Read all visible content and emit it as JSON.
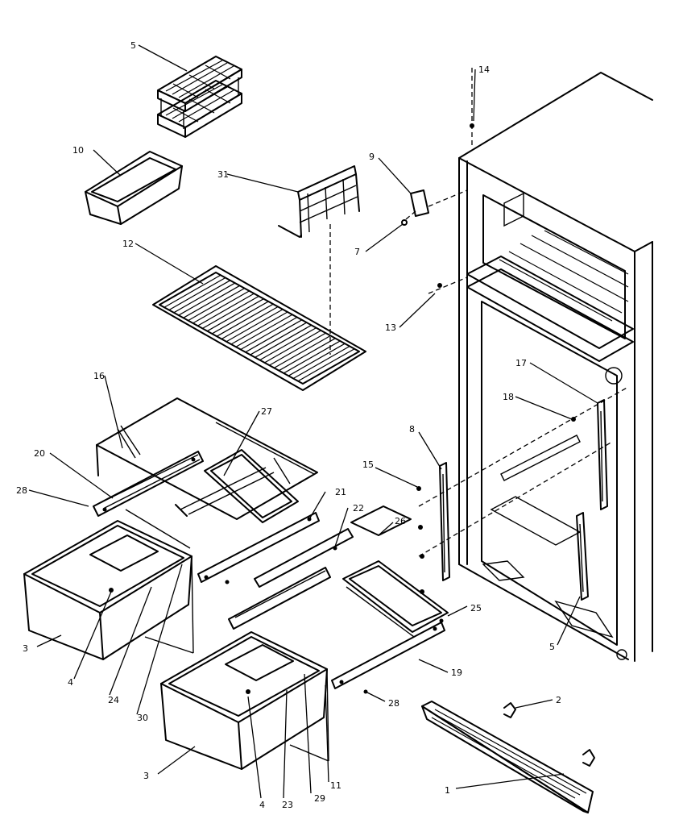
{
  "callouts": [
    {
      "id": "c1",
      "text": "1"
    },
    {
      "id": "c2",
      "text": "2"
    },
    {
      "id": "c3a",
      "text": "3"
    },
    {
      "id": "c3b",
      "text": "3"
    },
    {
      "id": "c4a",
      "text": "4"
    },
    {
      "id": "c4b",
      "text": "4"
    },
    {
      "id": "c5a",
      "text": "5"
    },
    {
      "id": "c5b",
      "text": "5"
    },
    {
      "id": "c7",
      "text": "7"
    },
    {
      "id": "c8",
      "text": "8"
    },
    {
      "id": "c9",
      "text": "9"
    },
    {
      "id": "c10",
      "text": "10"
    },
    {
      "id": "c11",
      "text": "11"
    },
    {
      "id": "c12",
      "text": "12"
    },
    {
      "id": "c13",
      "text": "13"
    },
    {
      "id": "c14",
      "text": "14"
    },
    {
      "id": "c15",
      "text": "15"
    },
    {
      "id": "c16",
      "text": "16"
    },
    {
      "id": "c17",
      "text": "17"
    },
    {
      "id": "c18",
      "text": "18"
    },
    {
      "id": "c19",
      "text": "19"
    },
    {
      "id": "c20",
      "text": "20"
    },
    {
      "id": "c21",
      "text": "21"
    },
    {
      "id": "c22",
      "text": "22"
    },
    {
      "id": "c23",
      "text": "23"
    },
    {
      "id": "c24",
      "text": "24"
    },
    {
      "id": "c25",
      "text": "25"
    },
    {
      "id": "c26",
      "text": "26"
    },
    {
      "id": "c27",
      "text": "27"
    },
    {
      "id": "c28a",
      "text": "28"
    },
    {
      "id": "c28b",
      "text": "28"
    },
    {
      "id": "c29",
      "text": "29"
    },
    {
      "id": "c30",
      "text": "30"
    },
    {
      "id": "c31",
      "text": "31"
    }
  ]
}
